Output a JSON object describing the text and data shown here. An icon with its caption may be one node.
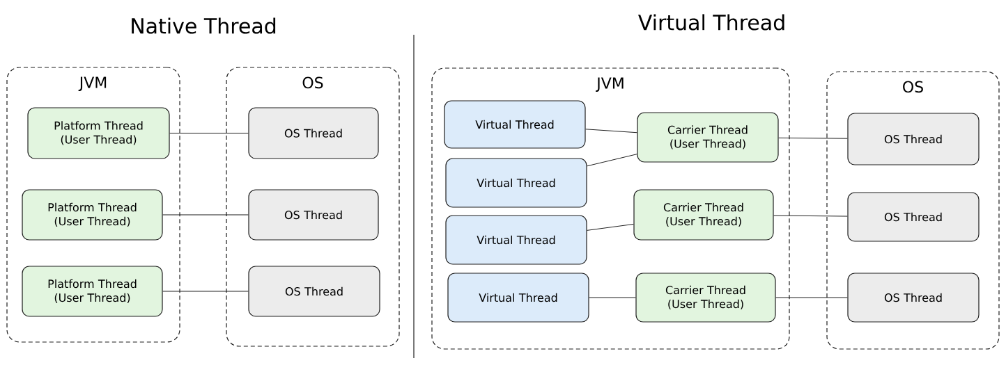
{
  "diagram": {
    "nodes": [
      {
        "text": [
          "JVM"
        ]
      },
      {
        "text": [
          "OS"
        ]
      },
      {
        "text": [
          "Platform Thread (User Thread)"
        ],
        "in": 0
      },
      {
        "text": [
          "Platform Thread (User Thread)"
        ],
        "in": 0
      },
      {
        "text": [
          "Platform Thread (User Thread)"
        ],
        "in": 0
      },
      {
        "text": [
          "OS Thread"
        ],
        "in": 1
      },
      {
        "text": [
          "OS Thread"
        ],
        "in": 1
      },
      {
        "text": [
          "OS Thread"
        ],
        "in": 1
      },
      {
        "text": [
          "JVM"
        ]
      },
      {
        "text": [
          "OS"
        ]
      },
      {
        "text": [
          "Virtual Thread"
        ],
        "in": 8
      },
      {
        "text": [
          "Virtual Thread"
        ],
        "in": 8
      },
      {
        "text": [
          "Virtual Thread"
        ],
        "in": 8
      },
      {
        "text": [
          "Virtual Thread"
        ],
        "in": 8
      },
      {
        "text": [
          "Carrier Thread (User Thread)"
        ],
        "in": 8
      },
      {
        "text": [
          "Carrier Thread (User Thread)"
        ],
        "in": 8
      },
      {
        "text": [
          "Carrier Thread (User Thread)"
        ],
        "in": 8
      },
      {
        "text": [
          "OS Thread"
        ],
        "in": 9
      },
      {
        "text": [
          "OS Thread"
        ],
        "in": 9
      },
      {
        "text": [
          "OS Thread"
        ],
        "in": 9
      }
    ],
    "edges": [
      {
        "from": 2,
        "to": 5,
        "arrow": "none"
      },
      {
        "from": 3,
        "to": 6,
        "arrow": "none"
      },
      {
        "from": 4,
        "to": 7,
        "arrow": "none"
      },
      {
        "from": 10,
        "to": 14,
        "arrow": "none"
      },
      {
        "from": 11,
        "to": 14,
        "arrow": "none"
      },
      {
        "from": 12,
        "to": 15,
        "arrow": "none"
      },
      {
        "from": 13,
        "to": 16,
        "arrow": "none"
      },
      {
        "from": 14,
        "to": 17,
        "arrow": "none"
      },
      {
        "from": 15,
        "to": 18,
        "arrow": "none"
      },
      {
        "from": 16,
        "to": 19,
        "arrow": "none"
      }
    ],
    "labels": [
      "Native Thread",
      "Virtual Thread"
    ]
  }
}
